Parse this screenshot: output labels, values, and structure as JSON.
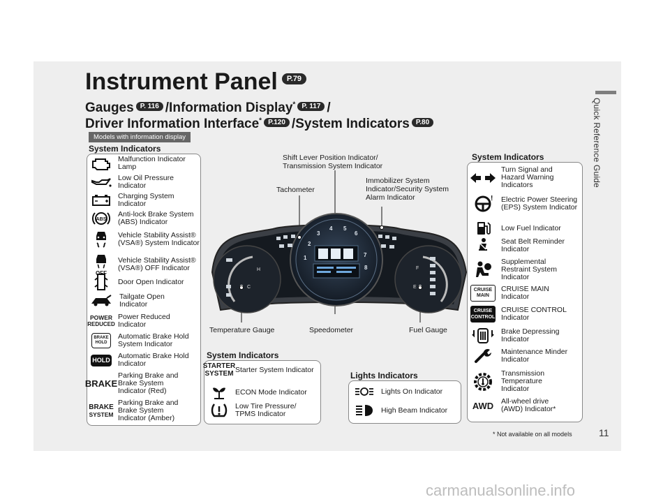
{
  "page": {
    "title": "Instrument Panel",
    "title_ref": "P.79",
    "gauges_label": "Gauges",
    "gauges_ref": "P. 116",
    "info_display_label": "/Information Display",
    "star": "*",
    "info_display_ref": "P. 117",
    "slash": "/",
    "dii_label": "Driver Information Interface",
    "dii_ref": "P.120",
    "sysind_label": "/System Indicators",
    "sysind_ref": "P.80",
    "models_tag": "Models with information display",
    "side_tab": "Quick Reference Guide",
    "page_number": "11",
    "footnote": "* Not available on all models",
    "watermark": "carmanualsonline.info"
  },
  "left_panel": {
    "heading": "System Indicators",
    "items": [
      {
        "icon": "malfunction-indicator-icon",
        "label": "Malfunction Indicator Lamp"
      },
      {
        "icon": "oil-pressure-icon",
        "label": "Low Oil Pressure Indicator"
      },
      {
        "icon": "battery-icon",
        "label": "Charging System Indicator"
      },
      {
        "icon": "abs-icon",
        "label": "Anti-lock Brake System (ABS) Indicator"
      },
      {
        "icon": "vsa-icon",
        "label": "Vehicle Stability Assist® (VSA®) System Indicator"
      },
      {
        "icon": "vsa-off-icon",
        "label": "Vehicle Stability Assist® (VSA®) OFF Indicator"
      },
      {
        "icon": "door-open-icon",
        "label": "Door Open Indicator"
      },
      {
        "icon": "tailgate-open-icon",
        "label": "Tailgate Open Indicator"
      },
      {
        "icon": "power-reduced-icon",
        "label": "Power Reduced Indicator"
      },
      {
        "icon": "brake-hold-icon",
        "label": "Automatic Brake Hold System Indicator"
      },
      {
        "icon": "hold-icon",
        "label": "Automatic Brake Hold Indicator"
      },
      {
        "icon": "brake-icon",
        "label": "Parking Brake and Brake System Indicator (Red)"
      },
      {
        "icon": "brake-system-icon",
        "label": "Parking Brake and Brake System Indicator (Amber)"
      }
    ]
  },
  "cluster_labels": {
    "shift_lever": "Shift Lever Position Indicator/ Transmission System Indicator",
    "tachometer": "Tachometer",
    "immobilizer": "Immobilizer System Indicator/Security System Alarm Indicator",
    "temperature": "Temperature Gauge",
    "speedometer": "Speedometer",
    "fuel": "Fuel Gauge"
  },
  "right_panel": {
    "heading": "System Indicators",
    "items": [
      {
        "icon": "turn-signal-icon",
        "label": "Turn Signal and Hazard Warning Indicators"
      },
      {
        "icon": "eps-icon",
        "label": "Electric Power Steering (EPS) System Indicator"
      },
      {
        "icon": "low-fuel-icon",
        "label": "Low Fuel Indicator"
      },
      {
        "icon": "seat-belt-icon",
        "label": "Seat Belt Reminder Indicator"
      },
      {
        "icon": "srs-icon",
        "label": "Supplemental Restraint System Indicator"
      },
      {
        "icon": "cruise-main-icon",
        "label": "CRUISE MAIN Indicator"
      },
      {
        "icon": "cruise-control-icon",
        "label": "CRUISE CONTROL Indicator"
      },
      {
        "icon": "brake-depress-icon",
        "label": "Brake Depressing Indicator"
      },
      {
        "icon": "wrench-icon",
        "label": "Maintenance Minder Indicator"
      },
      {
        "icon": "transmission-temp-icon",
        "label": "Transmission Temperature Indicator"
      },
      {
        "icon": "awd-icon",
        "label": "All-wheel drive (AWD) Indicator*"
      }
    ]
  },
  "bottom_panel": {
    "heading": "System Indicators",
    "items": [
      {
        "icon": "starter-system-icon",
        "label": "Starter System Indicator"
      },
      {
        "icon": "econ-icon",
        "label": "ECON Mode Indicator"
      },
      {
        "icon": "tpms-icon",
        "label": "Low Tire Pressure/ TPMS Indicator"
      }
    ]
  },
  "lights_panel": {
    "heading": "Lights Indicators",
    "items": [
      {
        "icon": "lights-on-icon",
        "label": "Lights On Indicator"
      },
      {
        "icon": "high-beam-icon",
        "label": "High Beam Indicator"
      }
    ]
  },
  "icon_text": {
    "abs": "ABS",
    "off": "OFF",
    "power": "POWER",
    "reduced": "REDUCED",
    "brake": "BRAKE",
    "hold": "HOLD",
    "system": "SYSTEM",
    "cruise": "CRUISE",
    "main": "MAIN",
    "control": "CONTROL",
    "starter": "STARTER",
    "awd": "AWD"
  },
  "colors": {
    "page_bg": "#eeeeee",
    "icon": "#111111",
    "ref_badge": "#2a2a2a",
    "models_tag": "#666666"
  }
}
